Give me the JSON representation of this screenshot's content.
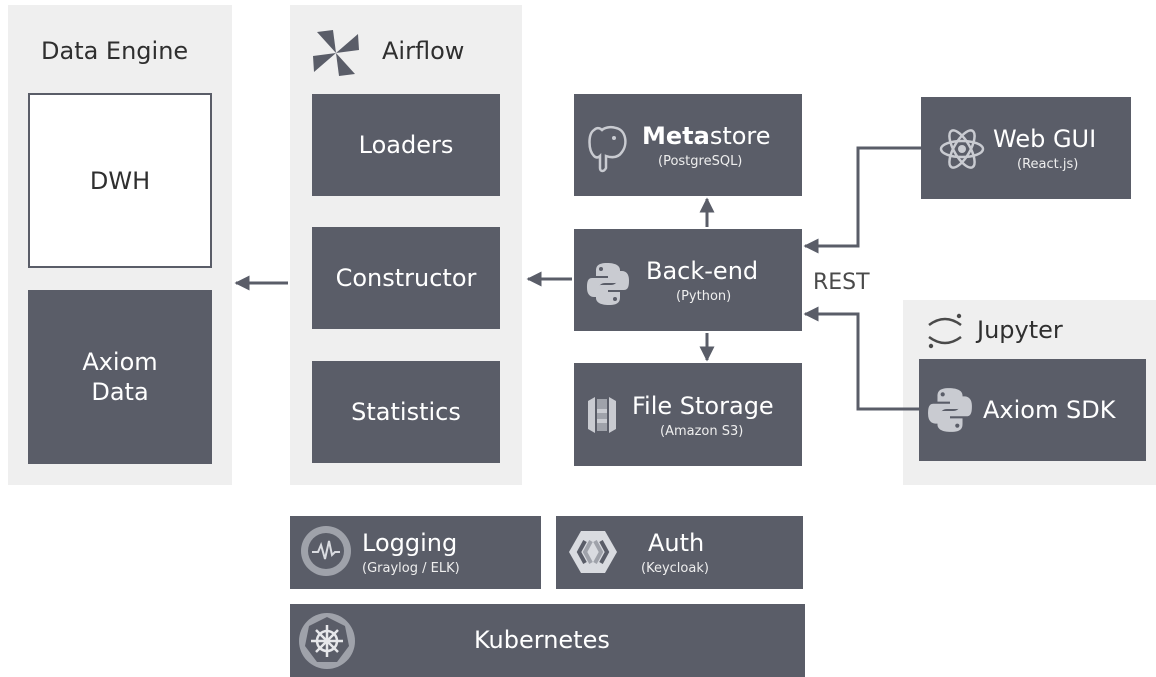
{
  "data_engine": {
    "title": "Data Engine",
    "dwh": "DWH",
    "axiom_line1": "Axiom",
    "axiom_line2": "Data"
  },
  "airflow": {
    "title": "Airflow",
    "loaders": "Loaders",
    "constructor": "Constructor",
    "statistics": "Statistics"
  },
  "metastore": {
    "bold": "Meta",
    "rest": "store",
    "sub": "(PostgreSQL)"
  },
  "backend": {
    "title": "Back-end",
    "sub": "(Python)"
  },
  "file_storage": {
    "title": "File Storage",
    "sub": "(Amazon S3)"
  },
  "web_gui": {
    "title": "Web GUI",
    "sub": "(React.js)"
  },
  "rest_label": "REST",
  "jupyter": {
    "title": "Jupyter",
    "sdk": "Axiom SDK"
  },
  "logging": {
    "title": "Logging",
    "sub": "(Graylog / ELK)"
  },
  "auth": {
    "title": "Auth",
    "sub": "(Keycloak)"
  },
  "kubernetes": {
    "title": "Kubernetes"
  },
  "colors": {
    "box": "#5a5d68",
    "panel": "#efefef",
    "arrow": "#5a5d68",
    "icon": "#c9cbd1"
  },
  "icons": [
    "airflow-pinwheel-icon",
    "postgresql-elephant-icon",
    "python-icon",
    "amazon-s3-icon",
    "react-icon",
    "jupyter-icon",
    "logging-waveform-icon",
    "keycloak-icon",
    "kubernetes-helm-icon"
  ]
}
